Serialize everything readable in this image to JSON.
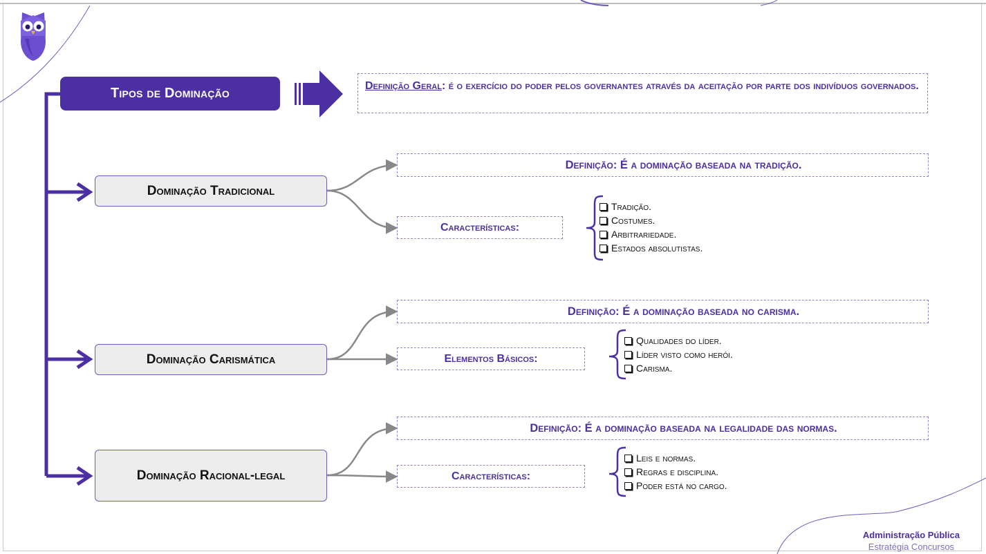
{
  "title": "Tipos de Dominação",
  "general_definition": {
    "label": "Definição Geral",
    "separator": ":",
    "text": " é o exercício do poder pelos governantes através da aceitação por parte dos indivíduos governados."
  },
  "types": [
    {
      "name": "Dominação Tradicional",
      "definition": "Definição: É a dominação baseada na tradição.",
      "group_label": "Características:",
      "items": [
        "Tradição.",
        "Costumes.",
        "Arbitrariedade.",
        "Estados absolutistas."
      ]
    },
    {
      "name": "Dominação Carismática",
      "definition": "Definição: É a dominação baseada no carisma.",
      "group_label": "Elementos Básicos:",
      "items": [
        "Qualidades do líder.",
        "Líder visto como herói.",
        "Carisma."
      ]
    },
    {
      "name": "Dominação Racional-legal",
      "definition": "Definição: É a dominação baseada na legalidade das normas.",
      "group_label": "Características:",
      "items": [
        "Leis e normas.",
        "Regras e disciplina.",
        "Poder está no cargo."
      ]
    }
  ],
  "footer": {
    "line1": "Administração Pública",
    "line2": "Estratégia Concursos"
  },
  "colors": {
    "accent": "#4b2fa3",
    "node_fill": "#ececec",
    "connector_gray": "#888888"
  },
  "icons": [
    "owl-logo-icon",
    "double-arrow-icon",
    "checkbox-icon",
    "bracket-icon"
  ]
}
